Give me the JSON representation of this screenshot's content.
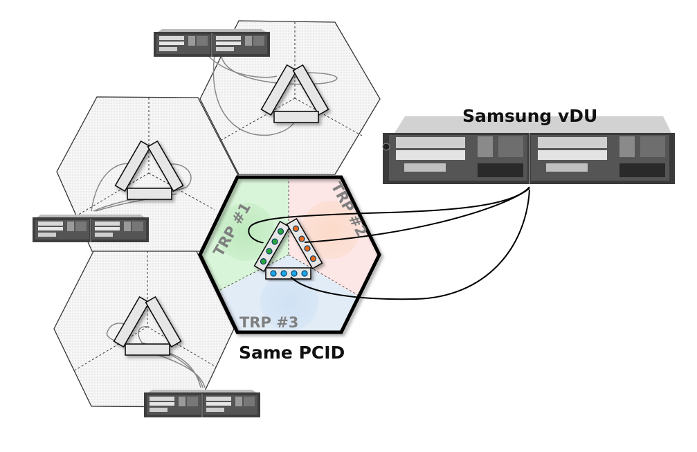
{
  "title": "Multi-TRP cell sharing diagram",
  "labels": {
    "vdu": "Samsung vDU",
    "same_pcid": "Same PCID",
    "trp1": "TRP #1",
    "trp2": "TRP #2",
    "trp3": "TRP #3"
  },
  "colors": {
    "trp1_fill": "#d6f5d6",
    "trp2_fill": "#fde4e4",
    "trp3_fill": "#dce8f5",
    "trp1_dot": "#2ca83a",
    "trp2_dot": "#e86a1a",
    "trp3_dot": "#1aa8e8",
    "neighbor_cell": "#f4f4f4",
    "server": "#4a4a4a"
  },
  "cells": [
    {
      "name": "neighbor-top",
      "type": "neighbor"
    },
    {
      "name": "neighbor-left",
      "type": "neighbor"
    },
    {
      "name": "neighbor-bottom-left",
      "type": "neighbor"
    },
    {
      "name": "center",
      "type": "multi-trp",
      "antenna_elements_per_panel": 4
    }
  ],
  "servers": [
    {
      "name": "server-top"
    },
    {
      "name": "server-left"
    },
    {
      "name": "server-bottom"
    },
    {
      "name": "samsung-vdu"
    }
  ]
}
